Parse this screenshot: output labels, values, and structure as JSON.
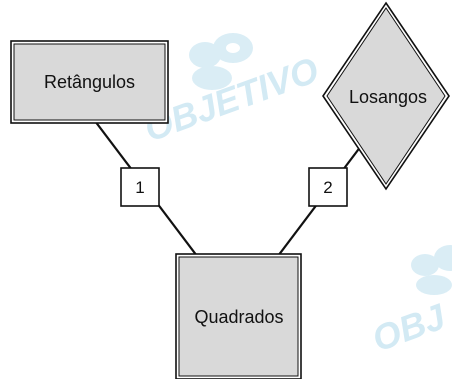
{
  "colors": {
    "shape_fill": "#d9d9d9",
    "stroke": "#111111",
    "box_fill": "#ffffff",
    "watermark": "#cfe8f3"
  },
  "nodes": {
    "rectangles": {
      "label": "Retângulos"
    },
    "rhombi": {
      "label": "Losangos"
    },
    "squares": {
      "label": "Quadrados"
    }
  },
  "links": {
    "link_1": {
      "label": "1"
    },
    "link_2": {
      "label": "2"
    }
  },
  "watermark": {
    "text": "OBJETIVO",
    "text_partial": "OBJ"
  }
}
